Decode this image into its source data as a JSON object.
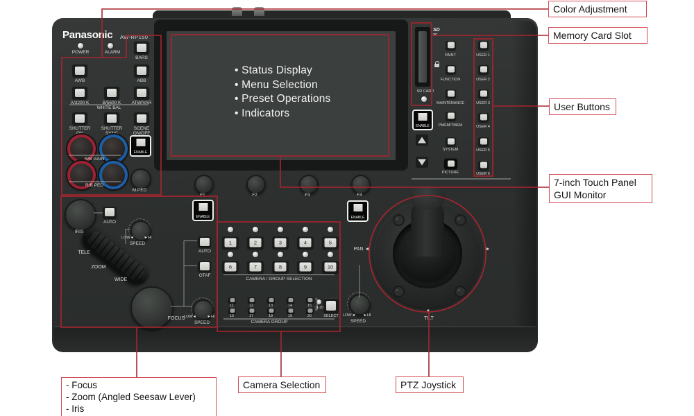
{
  "colors": {
    "annotation": "#a9242f",
    "callout_border": "#d24a52",
    "red_knob": "#9c2133",
    "blue_knob": "#1c5ea6",
    "screen_bg": "#3b3f3d"
  },
  "callouts": {
    "color_adjustment": "Color Adjustment",
    "memory_card": "Memory Card Slot",
    "user_buttons": "User Buttons",
    "gui_line1": "7-inch Touch Panel",
    "gui_line2": "GUI Monitor",
    "focus_line1": "- Focus",
    "focus_line2": "- Zoom (Angled Seesaw Lever)",
    "focus_line3": "- Iris",
    "camera_selection": "Camera Selection",
    "ptz_joystick": "PTZ Joystick"
  },
  "panel": {
    "brand": "Panasonic",
    "model": "AW-RP150",
    "power": "POWER",
    "alarm": "ALARM"
  },
  "screen": {
    "bullets": [
      "Status Display",
      "Menu Selection",
      "Preset Operations",
      "Indicators"
    ]
  },
  "fknobs": [
    "F1",
    "F2",
    "F3",
    "F4"
  ],
  "whitebal": {
    "bars": "BARS",
    "awb": "AWB",
    "abb": "ABB",
    "a3200": "A/3200 K",
    "b5600": "B/5600 K",
    "atw": "ATW/VAR",
    "label": "WHITE BAL"
  },
  "shutter": {
    "on": "SHUTTER ON",
    "sync": "SHUTTER SYNC",
    "scene": "SCENE ON/OFF"
  },
  "color_block": {
    "rb_gain": "R/B GAIN",
    "rb_ped": "R/B PED",
    "m_ped": "M.PED",
    "enable": "ENABLE"
  },
  "lens": {
    "iris": "IRIS",
    "auto": "AUTO",
    "otaf": "OTAF",
    "tele": "TELE",
    "zoom": "ZOOM",
    "wide": "WIDE",
    "focus": "FOCUS",
    "speed": "SPEED",
    "low": "LOW◄",
    "hi": "►HI",
    "enable": "ENABLE"
  },
  "sd": {
    "logo": "SD",
    "logo_sub": "XC",
    "label": "SD CARD"
  },
  "menu": {
    "paint": "PAINT",
    "function": "FUNCTION",
    "maintenance": "MAINTENANCE",
    "pmem": "PMEM/TMEM",
    "system": "SYSTEM",
    "picture": "PICTURE",
    "enable": "ENABLE"
  },
  "users": [
    "USER 1",
    "USER 2",
    "USER 3",
    "USER 4",
    "USER 5",
    "USER 6"
  ],
  "camera": {
    "nums": [
      "1",
      "2",
      "3",
      "4",
      "5",
      "6",
      "7",
      "8",
      "9",
      "10"
    ],
    "groups": [
      "11",
      "12",
      "13",
      "14",
      "15",
      "16",
      "17",
      "18",
      "19",
      "20"
    ],
    "selection_label": "CAMERA / GROUP SELECTION",
    "group_label": "CAMERA GROUP",
    "range": "11-20",
    "select": "SELECT",
    "enable": "ENABLE"
  },
  "joystick": {
    "pan": "PAN ◄",
    "right": "►",
    "tilt_mark": "▼",
    "tilt": "TILT",
    "speed": "SPEED",
    "low": "LOW◄",
    "hi": "►HI",
    "enable": "ENABLE"
  }
}
